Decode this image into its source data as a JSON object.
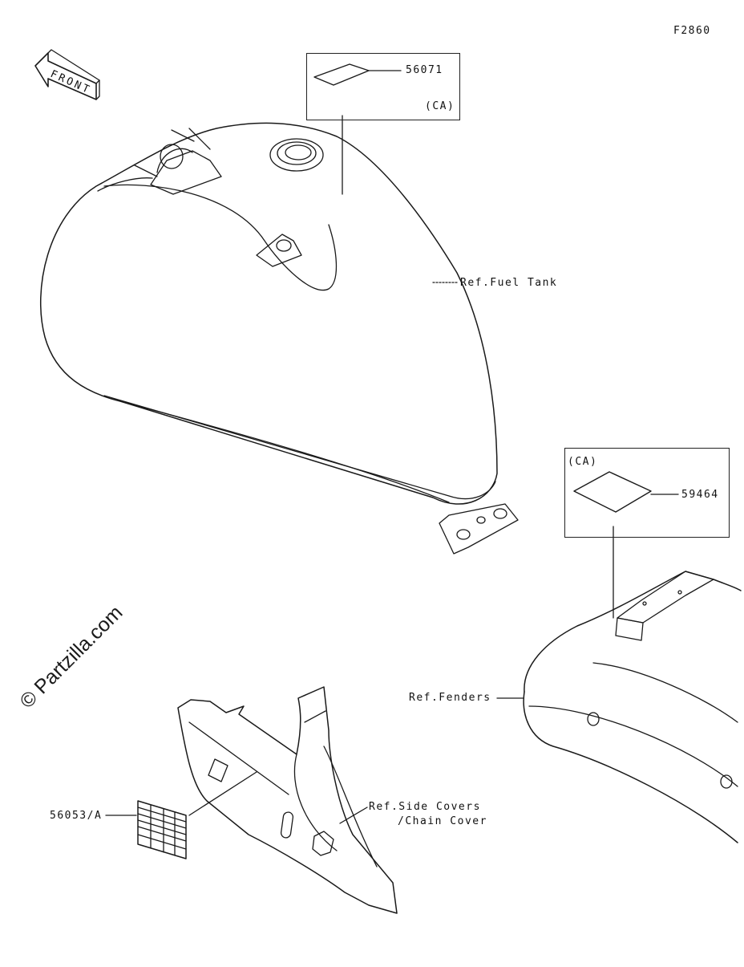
{
  "figure_id": "F2860",
  "front_label": "FRONT",
  "watermark": "© Partzilla.com",
  "callouts": {
    "part_56071": "56071",
    "ca_top": "(CA)",
    "ref_fuel_tank": "Ref.Fuel Tank",
    "ca_right": "(CA)",
    "part_59464": "59464",
    "ref_fenders": "Ref.Fenders",
    "part_56053": "56053/A",
    "ref_side_covers_1": "Ref.Side Covers",
    "ref_side_covers_2": "/Chain Cover"
  }
}
